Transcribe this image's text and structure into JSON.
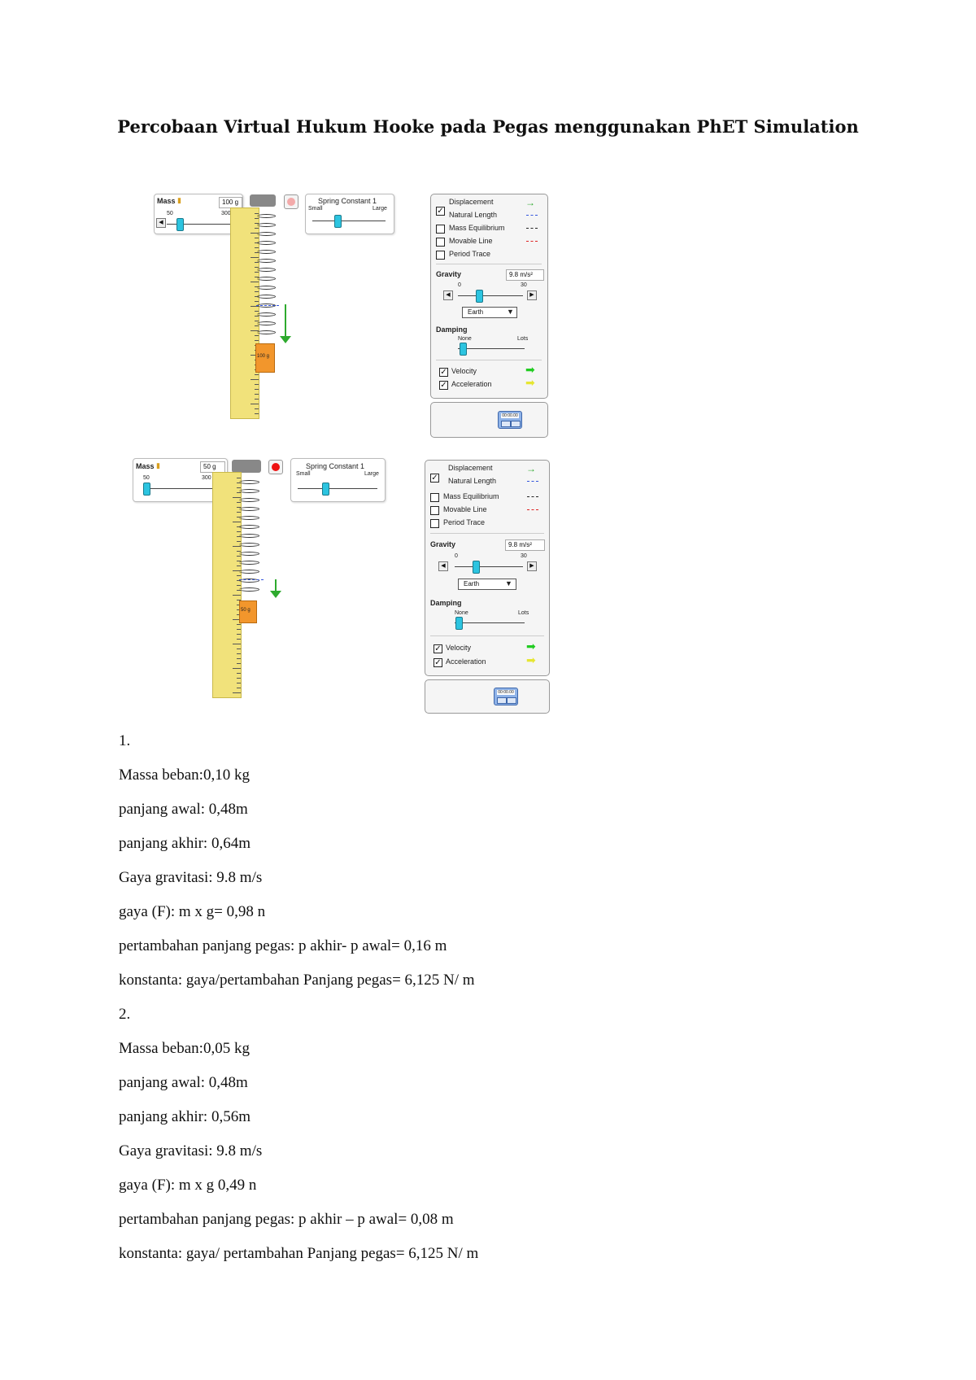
{
  "title": "Percobaan Virtual Hukum Hooke pada Pegas menggunakan PhET Simulation",
  "sim1": {
    "mass_label": "Mass",
    "mass_value": "100 g",
    "mass_min": "50",
    "mass_max": "300",
    "spring_constant_label": "Spring Constant 1",
    "spring_small": "Small",
    "spring_large": "Large",
    "mass_block_label": "100 g",
    "displacement": "Displacement",
    "natural_length": "Natural Length",
    "mass_equilibrium": "Mass Equilibrium",
    "movable_line": "Movable Line",
    "period_trace": "Period Trace",
    "gravity_label": "Gravity",
    "gravity_value": "9.8 m/s²",
    "gravity_min": "0",
    "gravity_max": "30",
    "planet": "Earth",
    "damping_label": "Damping",
    "damping_none": "None",
    "damping_lots": "Lots",
    "velocity": "Velocity",
    "acceleration": "Acceleration",
    "stopwatch_time": "00:00.00"
  },
  "sim2": {
    "mass_label": "Mass",
    "mass_value": "50 g",
    "mass_min": "50",
    "mass_max": "300",
    "spring_constant_label": "Spring Constant 1",
    "spring_small": "Small",
    "spring_large": "Large",
    "mass_block_label": "50 g",
    "displacement": "Displacement",
    "natural_length": "Natural Length",
    "mass_equilibrium": "Mass Equilibrium",
    "movable_line": "Movable Line",
    "period_trace": "Period Trace",
    "gravity_label": "Gravity",
    "gravity_value": "9.8 m/s²",
    "gravity_min": "0",
    "gravity_max": "30",
    "planet": "Earth",
    "damping_label": "Damping",
    "damping_none": "None",
    "damping_lots": "Lots",
    "velocity": "Velocity",
    "acceleration": "Acceleration",
    "stopwatch_time": "00:00.00"
  },
  "colors": {
    "displacement_arrow": "#2eaa2e",
    "natural_length_line": "#3355dd",
    "mass_equilibrium_line": "#222222",
    "movable_line": "#dd2222",
    "velocity_arrow": "#22cc22",
    "acceleration_arrow": "#e6e633",
    "mass_block": "#f2962c",
    "ruler": "#f1e27b",
    "record_button_sim1": "#f3aaaa",
    "record_button_sim2": "#ee1111"
  },
  "experiment": {
    "lines": [
      "1.",
      "Massa beban:0,10 kg",
      "panjang awal: 0,48m",
      "panjang akhir: 0,64m",
      "Gaya gravitasi: 9.8 m/s",
      "gaya (F): m x g= 0,98 n",
      "pertambahan panjang pegas: p akhir- p awal= 0,16 m",
      "konstanta: gaya/pertambahan Panjang pegas= 6,125 N/ m",
      "2.",
      "Massa beban:0,05 kg",
      "panjang awal: 0,48m",
      "panjang akhir: 0,56m",
      "Gaya gravitasi:  9.8 m/s",
      "gaya (F): m x g 0,49 n",
      "pertambahan panjang pegas: p akhir – p awal= 0,08 m",
      "konstanta: gaya/ pertambahan Panjang pegas= 6,125 N/ m"
    ]
  }
}
